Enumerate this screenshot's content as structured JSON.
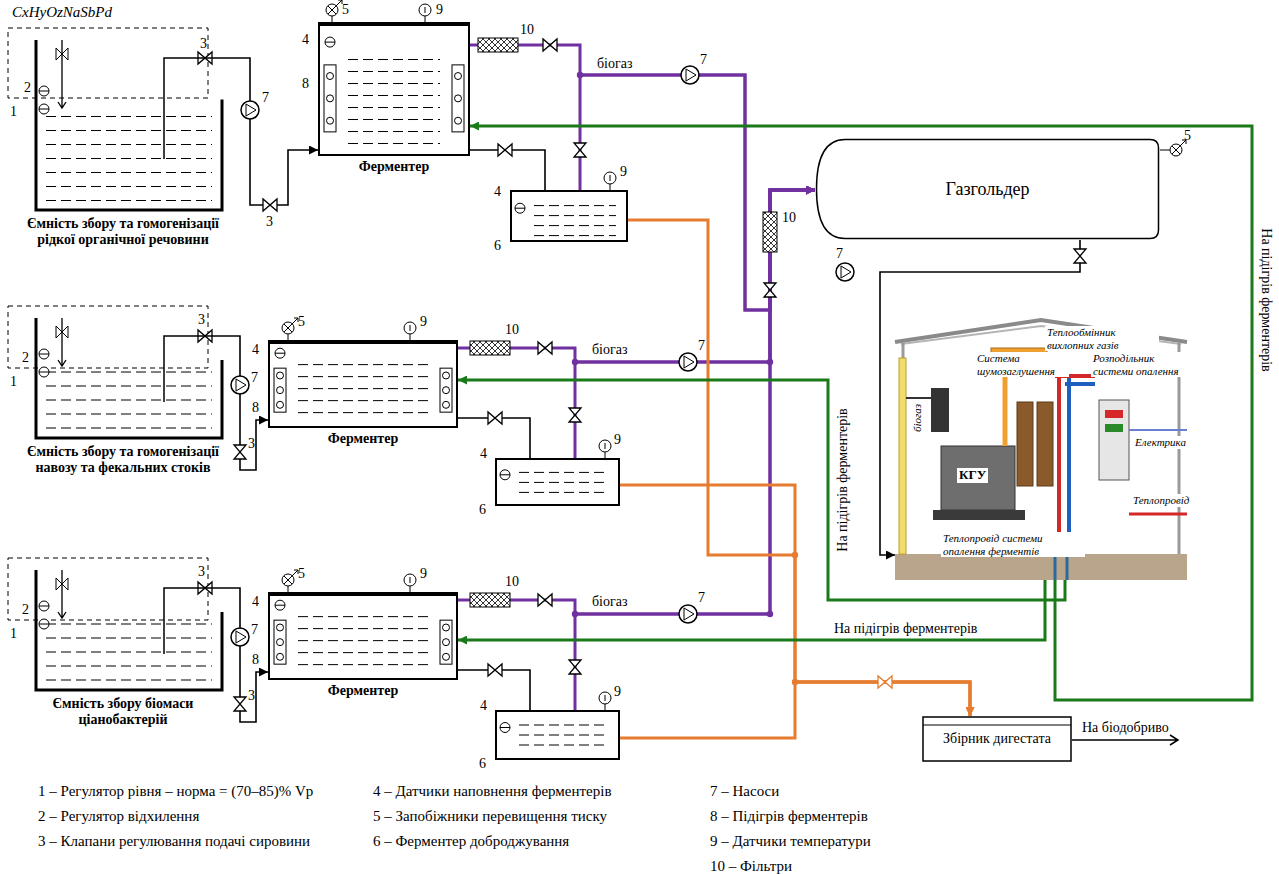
{
  "diagram": {
    "nodes": [
      {
        "text": [
          "Ємність збору та гомогенізації рідкої органічної речовини"
        ]
      },
      {
        "text": [
          "Ферментер"
        ]
      },
      {
        "text": [
          "6"
        ]
      },
      {
        "text": [
          "Ємність збору та гомогенізації навозу та фекальних стоків"
        ]
      },
      {
        "text": [
          "Ферментер"
        ]
      },
      {
        "text": [
          "6"
        ]
      },
      {
        "text": [
          "Ємність збору біомаси ціанобактерій"
        ]
      },
      {
        "text": [
          "Ферментер"
        ]
      },
      {
        "text": [
          "6"
        ]
      },
      {
        "text": [
          "Газгольдер"
        ]
      },
      {
        "text": [
          "Теплообмінник вихлопних газів",
          "Система шумозаглушення",
          "Розподільник системи опалення",
          "біогаз",
          "КГУ",
          "Електрика",
          "Теплопровід",
          "Теплопровід системи опалення ферментів"
        ]
      },
      {
        "text": [
          "Збірник дигестата"
        ]
      }
    ],
    "edges": [
      {
        "from": 0,
        "to": 1,
        "arrow": "to"
      },
      {
        "from": 3,
        "to": 4,
        "arrow": "to"
      },
      {
        "from": 6,
        "to": 7,
        "arrow": "to"
      },
      {
        "from": 1,
        "to": 2,
        "arrow": "none"
      },
      {
        "from": 4,
        "to": 5,
        "arrow": "none"
      },
      {
        "from": 7,
        "to": 8,
        "arrow": "none"
      },
      {
        "from": 1,
        "to": 9,
        "arrow": "to",
        "label": "біогаз"
      },
      {
        "from": 2,
        "to": 9,
        "arrow": "to"
      },
      {
        "from": 4,
        "to": 9,
        "arrow": "to",
        "label": "біогаз"
      },
      {
        "from": 5,
        "to": 9,
        "arrow": "to"
      },
      {
        "from": 7,
        "to": 9,
        "arrow": "to",
        "label": "біогаз"
      },
      {
        "from": 8,
        "to": 9,
        "arrow": "to"
      },
      {
        "from": 2,
        "to": 11,
        "arrow": "to"
      },
      {
        "from": 5,
        "to": 11,
        "arrow": "to"
      },
      {
        "from": 8,
        "to": 11,
        "arrow": "to"
      },
      {
        "from": 9,
        "to": 10,
        "arrow": "to"
      },
      {
        "from": 10,
        "to": 1,
        "arrow": "to",
        "label": "На підігрів ферментерів"
      },
      {
        "from": 10,
        "to": 4,
        "arrow": "to",
        "label": "На підігрів ферментерів"
      },
      {
        "from": 10,
        "to": 7,
        "arrow": "to",
        "label": "На підігрів ферментерів"
      }
    ],
    "labels": [
      "CxHyOzNaSbPd",
      "1",
      "2",
      "3",
      "7",
      "3",
      "5",
      "9",
      "4",
      "8",
      "10",
      "7",
      "4",
      "9",
      "1",
      "2",
      "3",
      "7",
      "3",
      "5",
      "9",
      "4",
      "8",
      "10",
      "7",
      "4",
      "9",
      "1",
      "2",
      "3",
      "7",
      "3",
      "5",
      "9",
      "4",
      "8",
      "10",
      "7",
      "4",
      "9",
      "10",
      "5",
      "7",
      "На біодобриво",
      "1 – Регулятор рівня – норма = (70–85)% Vр",
      "2 – Регулятор відхилення",
      "3 – Клапани регулювання подачі сировини",
      "4 – Датчики наповнення ферментерів",
      "5 – Запобіжники перевищення тиску",
      "6 – Ферментер доброджування",
      "7 – Насоси",
      "8 – Підігрів ферментерів",
      "9 – Датчики температури",
      "10 – Фільтри"
    ]
  }
}
